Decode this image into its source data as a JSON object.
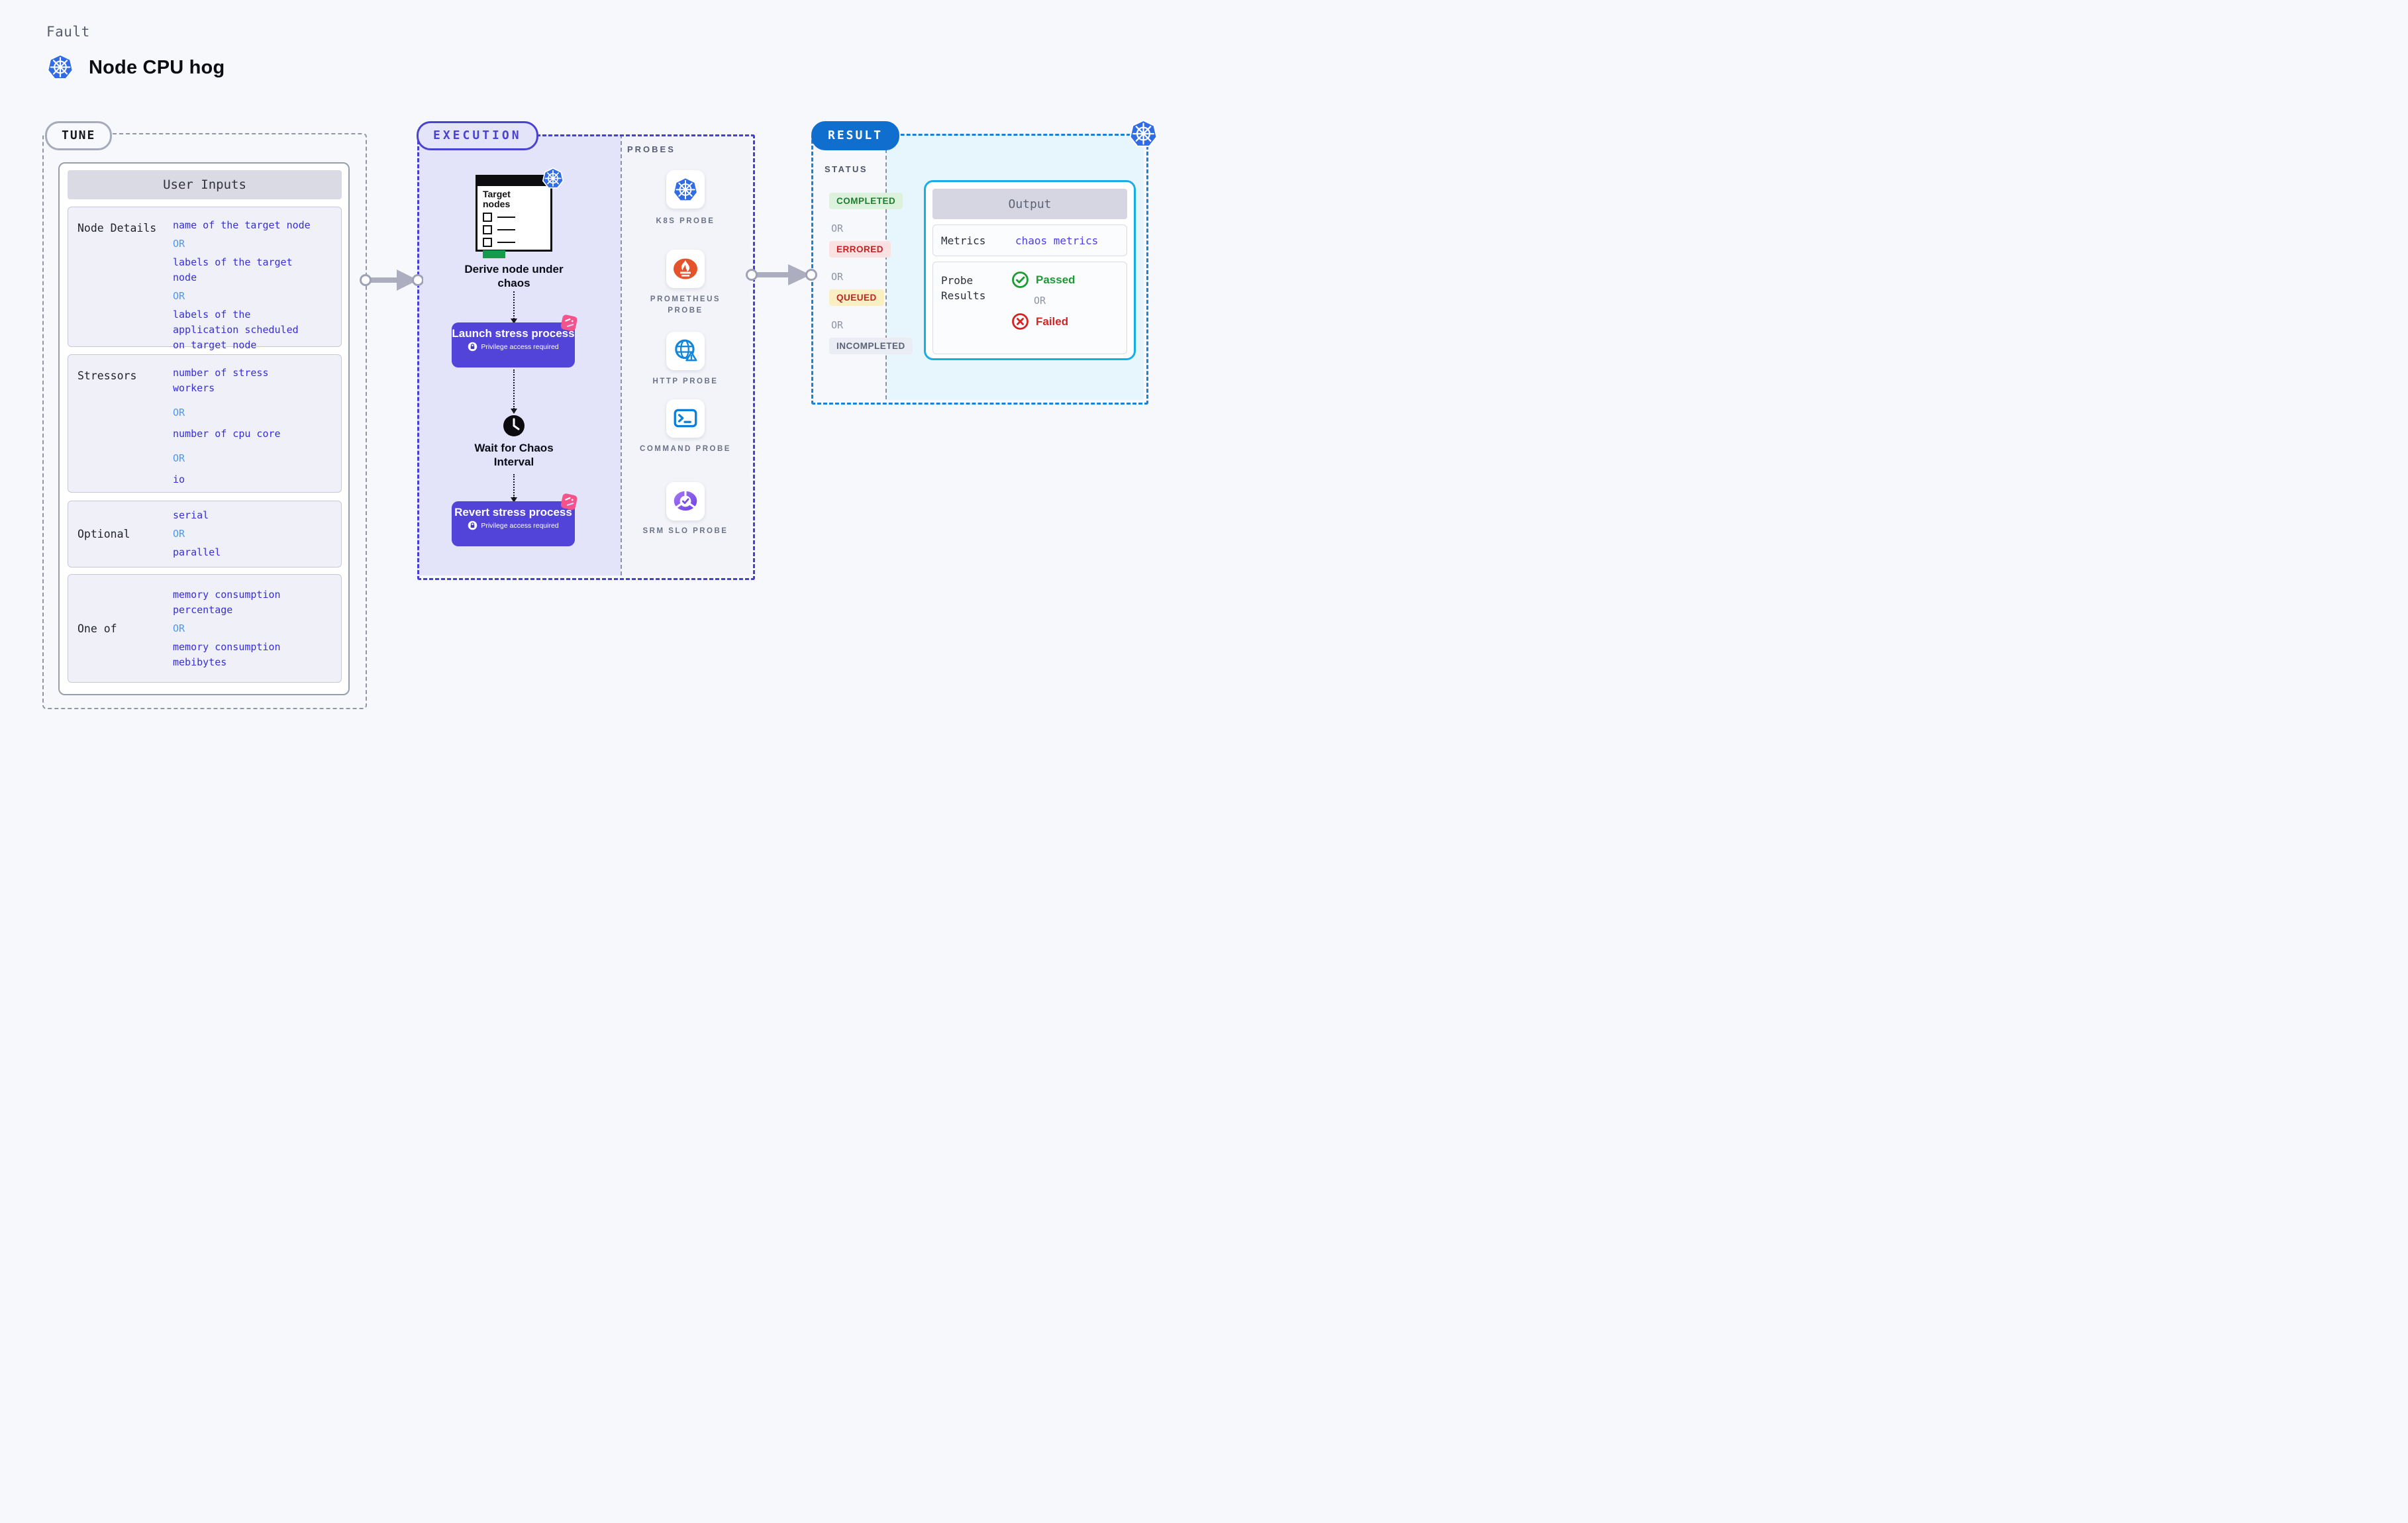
{
  "header": {
    "kicker": "Fault",
    "title": "Node CPU hog"
  },
  "tune": {
    "badge": "TUNE",
    "table": {
      "title": "User Inputs",
      "rows": [
        {
          "label": "Node Details",
          "values": [
            "name of the target node",
            "OR",
            "labels of the target node",
            "OR",
            "labels of the application scheduled on target node"
          ]
        },
        {
          "label": "Stressors",
          "values": [
            "number of stress workers",
            "OR",
            "number of cpu core",
            "OR",
            "io"
          ]
        },
        {
          "label": "Optional",
          "values": [
            "serial",
            "OR",
            "parallel"
          ]
        },
        {
          "label": "One of",
          "values": [
            "memory consumption percentage",
            "OR",
            "memory consumption mebibytes"
          ]
        }
      ]
    }
  },
  "execution": {
    "badge": "EXECUTION",
    "target_card_title": "Target nodes",
    "steps": {
      "derive": "Derive node under chaos",
      "launch": "Launch stress process",
      "privilege": "Privilege access required",
      "wait": "Wait for Chaos Interval",
      "revert": "Revert stress process"
    }
  },
  "probes": {
    "title": "PROBES",
    "items": [
      {
        "label": "K8S PROBE",
        "icon": "kubernetes-icon"
      },
      {
        "label": "PROMETHEUS PROBE",
        "icon": "prometheus-icon"
      },
      {
        "label": "HTTP PROBE",
        "icon": "http-globe-icon"
      },
      {
        "label": "COMMAND PROBE",
        "icon": "terminal-icon"
      },
      {
        "label": "SRM SLO PROBE",
        "icon": "slo-gauge-icon"
      }
    ]
  },
  "result": {
    "badge": "RESULT",
    "status_title": "STATUS",
    "or_label": "OR",
    "statuses": [
      {
        "label": "COMPLETED",
        "kind": "completed",
        "bg": "#dcf2dd",
        "fg": "#1e7e2d"
      },
      {
        "label": "ERRORED",
        "kind": "errored",
        "bg": "#fbe2e2",
        "fg": "#c32222"
      },
      {
        "label": "QUEUED",
        "kind": "queued",
        "bg": "#f9efc3",
        "fg": "#c32222"
      },
      {
        "label": "INCOMPLETED",
        "kind": "incompleted",
        "bg": "#ebedf5",
        "fg": "#5a6376"
      }
    ],
    "output": {
      "title": "Output",
      "metrics_label": "Metrics",
      "metrics_value": "chaos metrics",
      "probe_results_label": "Probe Results",
      "passed": "Passed",
      "failed": "Failed"
    }
  },
  "colors": {
    "accent_indigo": "#4a43cf",
    "accent_blue": "#1b80d8",
    "value_blue": "#362ddd",
    "or_blue": "#4f97ef",
    "process_purple": "#5244d9",
    "output_cyan": "#17aee4",
    "pink_decor": "#f4538c",
    "kubernetes_blue": "#326ce5",
    "prometheus_orange": "#e6522c",
    "passed_green": "#1d9a34",
    "failed_red": "#d62222"
  }
}
